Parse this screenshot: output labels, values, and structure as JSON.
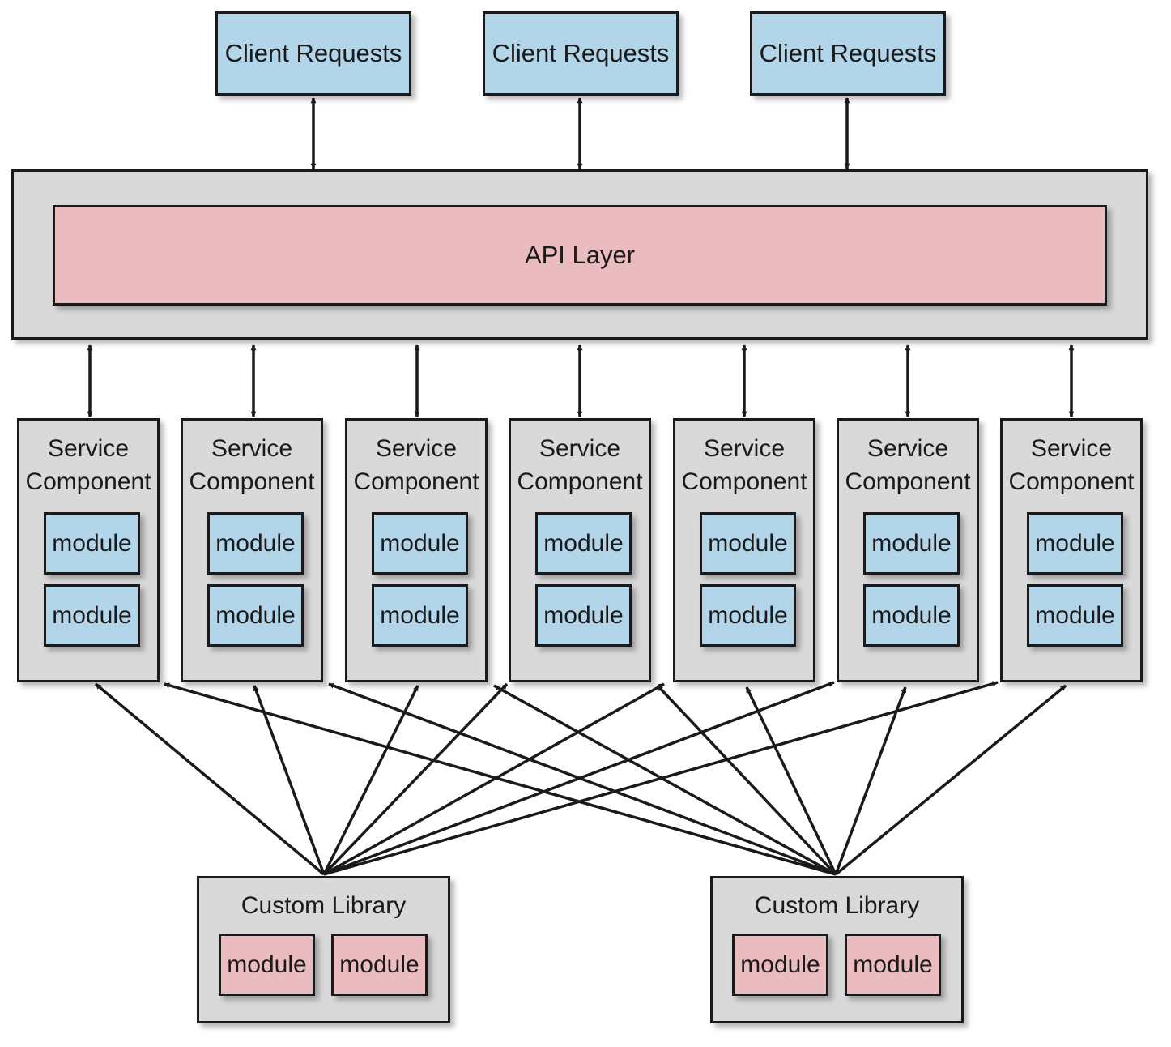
{
  "client_requests": [
    "Client Requests",
    "Client Requests",
    "Client Requests"
  ],
  "api_layer": {
    "label": "API Layer"
  },
  "service_components": [
    {
      "title": "Service\nComponent",
      "modules": [
        "module",
        "module"
      ]
    },
    {
      "title": "Service\nComponent",
      "modules": [
        "module",
        "module"
      ]
    },
    {
      "title": "Service\nComponent",
      "modules": [
        "module",
        "module"
      ]
    },
    {
      "title": "Service\nComponent",
      "modules": [
        "module",
        "module"
      ]
    },
    {
      "title": "Service\nComponent",
      "modules": [
        "module",
        "module"
      ]
    },
    {
      "title": "Service\nComponent",
      "modules": [
        "module",
        "module"
      ]
    },
    {
      "title": "Service\nComponent",
      "modules": [
        "module",
        "module"
      ]
    }
  ],
  "custom_libraries": [
    {
      "title": "Custom Library",
      "modules": [
        "module",
        "module"
      ]
    },
    {
      "title": "Custom Library",
      "modules": [
        "module",
        "module"
      ]
    }
  ],
  "colors": {
    "service_module": "#b3d5ea",
    "library_module": "#ebbcbf",
    "api_layer": "#ebbcbf",
    "container": "#d9d9d9",
    "stroke": "#1a1a1a"
  }
}
